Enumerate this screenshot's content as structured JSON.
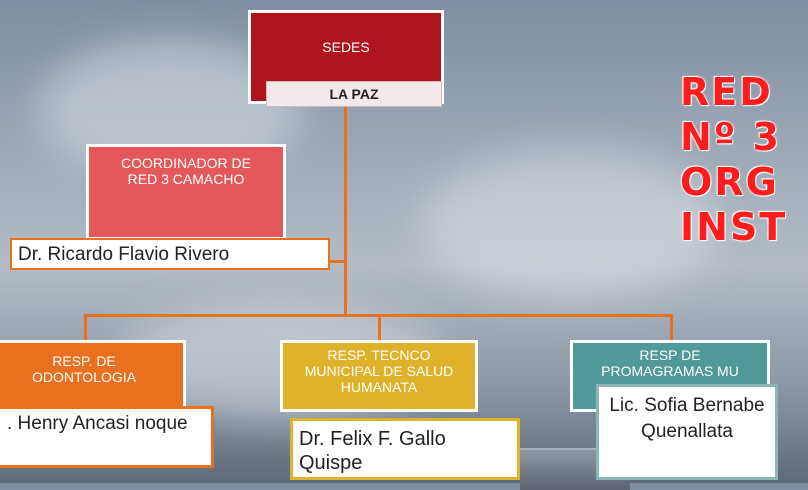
{
  "header": {
    "title_lines": [
      "RED",
      "Nº 3",
      "ORG",
      "INST"
    ]
  },
  "org": {
    "root": {
      "title": "SEDES",
      "subtitle": "LA PAZ"
    },
    "coordinator": {
      "title": "COORDINADOR DE RED 3 CAMACHO",
      "name": "Dr. Ricardo Flavio Rivero"
    },
    "dept_odontologia": {
      "title": "RESP. DE ODONTOLOGIA",
      "name": ". Henry Ancasi noque"
    },
    "dept_municipal": {
      "title": "RESP. TECNCO MUNICIPAL DE SALUD HUMANATA",
      "name": "Dr. Felix F. Gallo Quispe"
    },
    "dept_programas": {
      "title": "RESP DE PROMAGRAMAS MU",
      "name": "Lic. Sofia Bernabe Quenallata"
    }
  },
  "colors": {
    "root": "#b0151d",
    "coordinator": "#e4585a",
    "odontologia": "#e8701e",
    "municipal": "#e0b22a",
    "programas": "#4f9a98",
    "connector": "#e8701e",
    "title": "#ff1c1c"
  }
}
